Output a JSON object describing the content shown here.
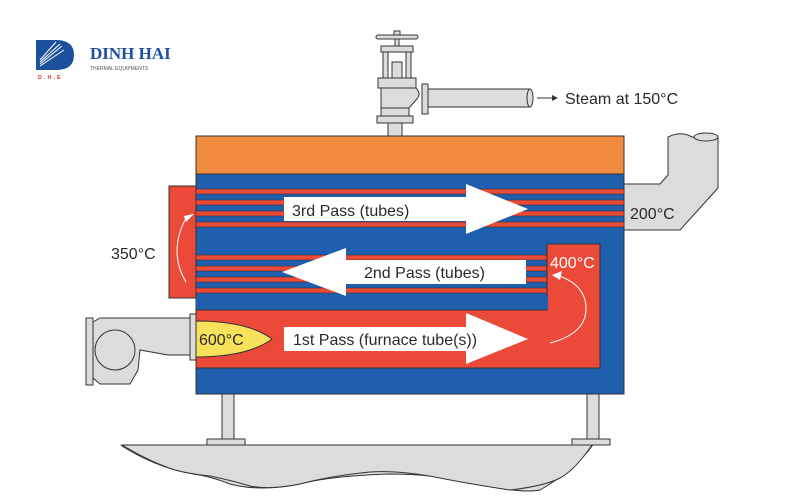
{
  "logo": {
    "company": "DINH HAI",
    "subtitle": "THERMAL EQUIPMENTS",
    "abbr": "D.H.E",
    "brand_color": "#1c4f9c"
  },
  "diagram": {
    "title": "Three-pass fire-tube boiler",
    "steam_label": "Steam at 150°C",
    "exhaust_label": "200°C",
    "rear_left_chamber_label": "350°C",
    "rear_right_chamber_label": "400°C",
    "flame_label": "600°C",
    "passes": [
      {
        "id": "pass-1",
        "label": "1st Pass (furnace tube(s))",
        "direction": "right"
      },
      {
        "id": "pass-2",
        "label": "2nd Pass (tubes)",
        "direction": "left"
      },
      {
        "id": "pass-3",
        "label": "3rd Pass (tubes)",
        "direction": "right"
      }
    ]
  },
  "colors": {
    "steam_space": "#f08a3e",
    "water": "#1f5fae",
    "hot_gas": "#ec4a38",
    "flame": "#f7e05a",
    "metal": "#dddcda",
    "outline": "#333333",
    "arrow": "#ffffff"
  }
}
